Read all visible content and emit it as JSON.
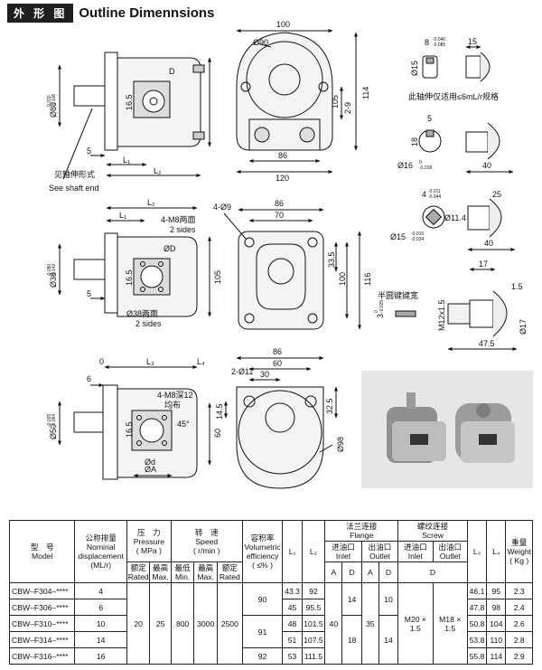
{
  "header": {
    "badge": "外 形 图",
    "title": "Outline Dimennsions"
  },
  "view1": {
    "side": {
      "d80": "Ø80",
      "d80_tol_top": "0.030",
      "d80_tol_bot": "-0.106",
      "d": "D",
      "dim165": "16.5",
      "dim5": "5",
      "L1": "L₁",
      "L2": "L₂",
      "note_cn": "见轴伸形式",
      "note_en": "See shaft end"
    },
    "front": {
      "w100": "100",
      "d90": "Ø90",
      "h105": "105",
      "h114": "114",
      "d29": "2-9",
      "w86": "86",
      "w120": "120"
    }
  },
  "shaft": {
    "s1": {
      "b8": "8",
      "b8_tol_top": "-0.040",
      "b8_tol_bot": "-0.085",
      "w15": "15",
      "d15": "Ø15",
      "note": "此轴伸仅适用≤6mL/r规格"
    },
    "s2": {
      "w5": "5",
      "h18": "18",
      "d16": "Ø16",
      "d16_tol_top": "0",
      "d16_tol_bot": "-0.018",
      "w40": "40"
    },
    "s3": {
      "w4": "4",
      "w4_tol_top": "-0.011",
      "w4_tol_bot": "-0.044",
      "w25": "25",
      "d114": "Ø11.4",
      "d15": "Ø15",
      "d15_tol_top": "-0.016",
      "d15_tol_bot": "-0.034",
      "w40": "40"
    },
    "s4": {
      "label": "半圆键键宽",
      "k3": "3",
      "k3_tol_top": "0",
      "k3_tol_bot": "-0.025",
      "w17": "17",
      "w15": "1.5",
      "m12": "M12x1.5",
      "d17": "Ø17",
      "w475": "47.5"
    }
  },
  "view2": {
    "side": {
      "L2": "L₂",
      "L1": "L₁",
      "m8": "4-M8两面",
      "sides1": "2 sides",
      "d": "ØD",
      "d38": "Ø38",
      "d38_tol_top": "-0.080",
      "d38_tol_bot": "-0.142",
      "dim165": "16.5",
      "h105": "105",
      "d38b": "Ø38两面",
      "sides2": "2 sides",
      "dim5": "5"
    },
    "front": {
      "holes": "4-Ø9",
      "w86": "86",
      "w70": "70",
      "h335": "33.5",
      "h100": "100",
      "h116": "116"
    }
  },
  "view3": {
    "side": {
      "dim6": "6",
      "dim0": "0",
      "L3": "L₃",
      "L4": "L₄",
      "m8": "4-M8深12",
      "even": "均布",
      "d50": "Ø50",
      "d50_tol_top": "-0.025",
      "d50_tol_bot": "-0.064",
      "dim165": "16.5",
      "deg45": "45°",
      "h60": "60",
      "d": "Ød",
      "a": "ØA"
    },
    "front": {
      "w86": "86",
      "w60": "60",
      "holes": "2-Ø11",
      "w30": "30",
      "h145": "14.5",
      "h325": "32.5",
      "d98": "Ø98"
    }
  },
  "table": {
    "head": {
      "model_cn": "型　号",
      "model_en": "Model",
      "disp_cn": "公称排量",
      "disp_en1": "Nominal",
      "disp_en2": "displacement",
      "disp_unit": "(ML/r)",
      "pres_cn": "压　力",
      "pres_en": "Pressure",
      "pres_unit": "( MPa )",
      "pres_a_cn": "额定",
      "pres_a_en": "Rated",
      "pres_b_cn": "最高",
      "pres_b_en": "Max.",
      "speed_cn": "转　速",
      "speed_en": "Speed",
      "speed_unit": "( r/min )",
      "sp_a_cn": "最低",
      "sp_a_en": "Min.",
      "sp_b_cn": "最高",
      "sp_b_en": "Max.",
      "sp_c_cn": "额定",
      "sp_c_en": "Rated",
      "eff_cn": "容积率",
      "eff_en1": "Volumetric",
      "eff_en2": "efficiency",
      "eff_unit": "( ≤% )",
      "l1": "L₁",
      "l2": "L₂",
      "flange_cn": "法兰连接",
      "flange_en": "Flange",
      "inlet_cn": "进油口",
      "inlet_en": "Inlet",
      "outlet_cn": "出油口",
      "outlet_en": "Outlet",
      "a": "A",
      "d": "D",
      "screw_cn": "螺纹连接",
      "screw_en": "Screw",
      "s_inlet_cn": "进油口",
      "s_inlet_en": "Inlet",
      "s_outlet_cn": "出油口",
      "s_outlet_en": "Outlet",
      "sd": "D",
      "l3": "L₃",
      "l4": "L₄",
      "wt_cn": "重量",
      "wt_en": "Weight",
      "wt_unit": "( Kg )"
    },
    "shared": {
      "rated_p": "20",
      "max_p": "25",
      "min_s": "800",
      "max_s": "3000",
      "rated_s": "2500",
      "eff_a": "90",
      "eff_b": "91",
      "eff_c": "92",
      "fl_in_a": "40",
      "fl_in_d1": "14",
      "fl_in_d2": "18",
      "fl_out_a": "35",
      "fl_out_d1": "10",
      "fl_out_d2": "14",
      "sc_in": "M20 × 1.5",
      "sc_out": "M18 × 1.5"
    },
    "rows": [
      {
        "model": "CBW–F304–****",
        "disp": "4",
        "l1": "43.3",
        "l2": "92",
        "l3": "46.1",
        "l4": "95",
        "wt": "2.3"
      },
      {
        "model": "CBW–F306–****",
        "disp": "6",
        "l1": "45",
        "l2": "95.5",
        "l3": "47.8",
        "l4": "98",
        "wt": "2.4"
      },
      {
        "model": "CBW–F310–****",
        "disp": "10",
        "l1": "48",
        "l2": "101.5",
        "l3": "50.8",
        "l4": "104",
        "wt": "2.6"
      },
      {
        "model": "CBW–F314–****",
        "disp": "14",
        "l1": "51",
        "l2": "107.5",
        "l3": "53.8",
        "l4": "110",
        "wt": "2.8"
      },
      {
        "model": "CBW–F316–****",
        "disp": "16",
        "l1": "53",
        "l2": "111.5",
        "l3": "55.8",
        "l4": "114",
        "wt": "2.9"
      }
    ]
  }
}
